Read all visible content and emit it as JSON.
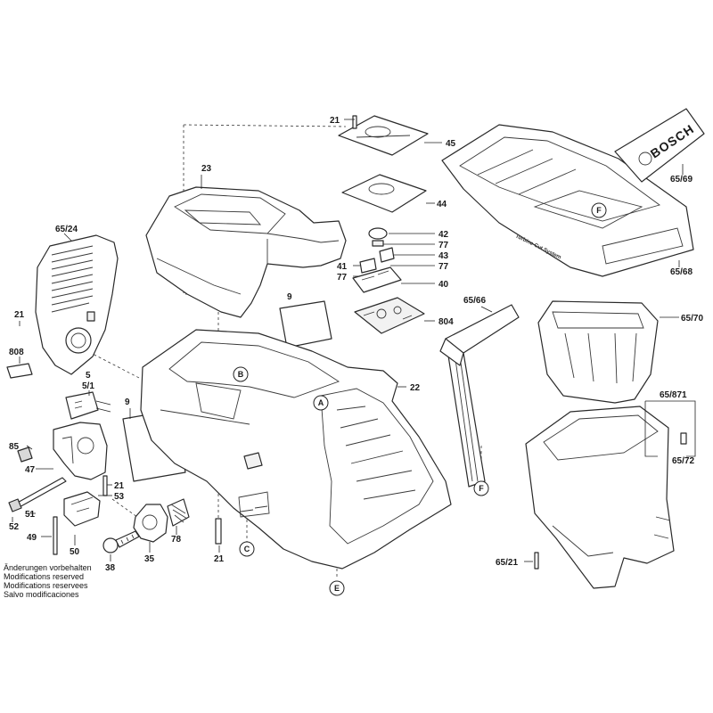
{
  "notes": [
    "Änderungen vorbehalten",
    "Modifications reserved",
    "Modifications reservees",
    "Salvo modificaciones"
  ],
  "brand_text": "BOSCH",
  "product_tagline": "Turbine Cut System",
  "part_labels": {
    "p21_top": "21",
    "p45": "45",
    "p44": "44",
    "p42": "42",
    "p77a": "77",
    "p43": "43",
    "p41": "41",
    "p77b": "77",
    "p77c": "77",
    "p40": "40",
    "p804": "804",
    "p23": "23",
    "p6524": "65/24",
    "p21_left": "21",
    "p808": "808",
    "p5": "5",
    "p51": "5/1",
    "p9a": "9",
    "p9b": "9",
    "p22": "22",
    "p85": "85",
    "p47": "47",
    "p21_mid": "21",
    "p53": "53",
    "p51b": "51",
    "p52": "52",
    "p49": "49",
    "p50": "50",
    "p38": "38",
    "p35": "35",
    "p78": "78",
    "p21_bottom": "21",
    "p6566": "65/66",
    "p6569": "65/69",
    "p6568": "65/68",
    "p6570": "65/70",
    "p65871": "65/871",
    "p6572": "65/72",
    "p6521": "65/21"
  },
  "callouts": {
    "a": "A",
    "b": "B",
    "c": "C",
    "e": "E",
    "f_top": "F",
    "f_bottom": "F"
  }
}
